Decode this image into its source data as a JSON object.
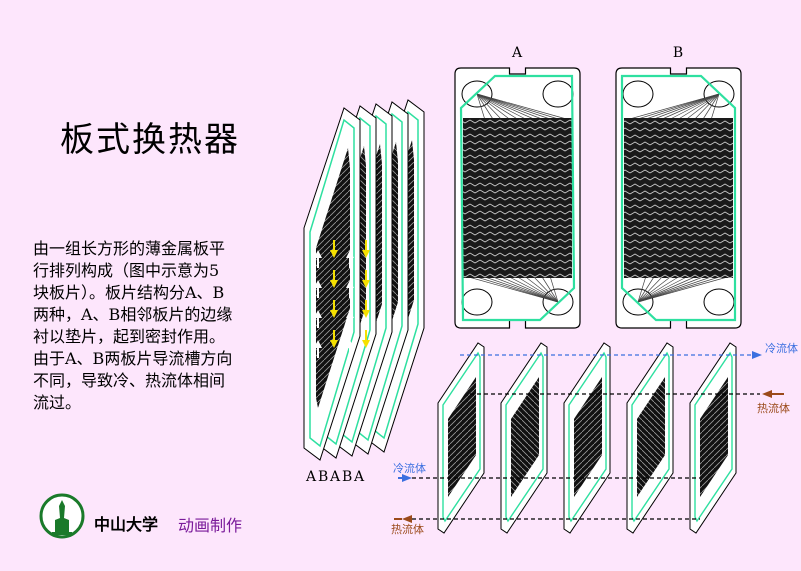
{
  "page": {
    "title": "板式换热器",
    "description_lines": [
      "由一组长方形的薄金属板平",
      "行排列构成（图中示意为5",
      "块板片）。板片结构分A、B",
      "两种，A、B相邻板片的边缘",
      "衬以垫片，起到密封作用。",
      "由于A、B两板片导流槽方向",
      "不同，导致冷、热流体相间",
      "流过。"
    ]
  },
  "diagram": {
    "plate_a_label": "A",
    "plate_b_label": "B",
    "stack_sequence": [
      "A",
      "B",
      "A",
      "B",
      "A"
    ],
    "flows": {
      "cold_label": "冷流体",
      "hot_label": "热流体",
      "cold_color": "#3b6fe0",
      "hot_color": "#9b4a1a"
    },
    "colors": {
      "plate_fill": "#ffffff",
      "gasket": "#2ee0a0",
      "channel": "#1a1a1a",
      "cold_arrow": "#ffffff",
      "hot_arrow": "#f5e000"
    }
  },
  "footer": {
    "university": "中山大学",
    "caption": "动画制作",
    "logo_color": "#1a7a2a"
  }
}
